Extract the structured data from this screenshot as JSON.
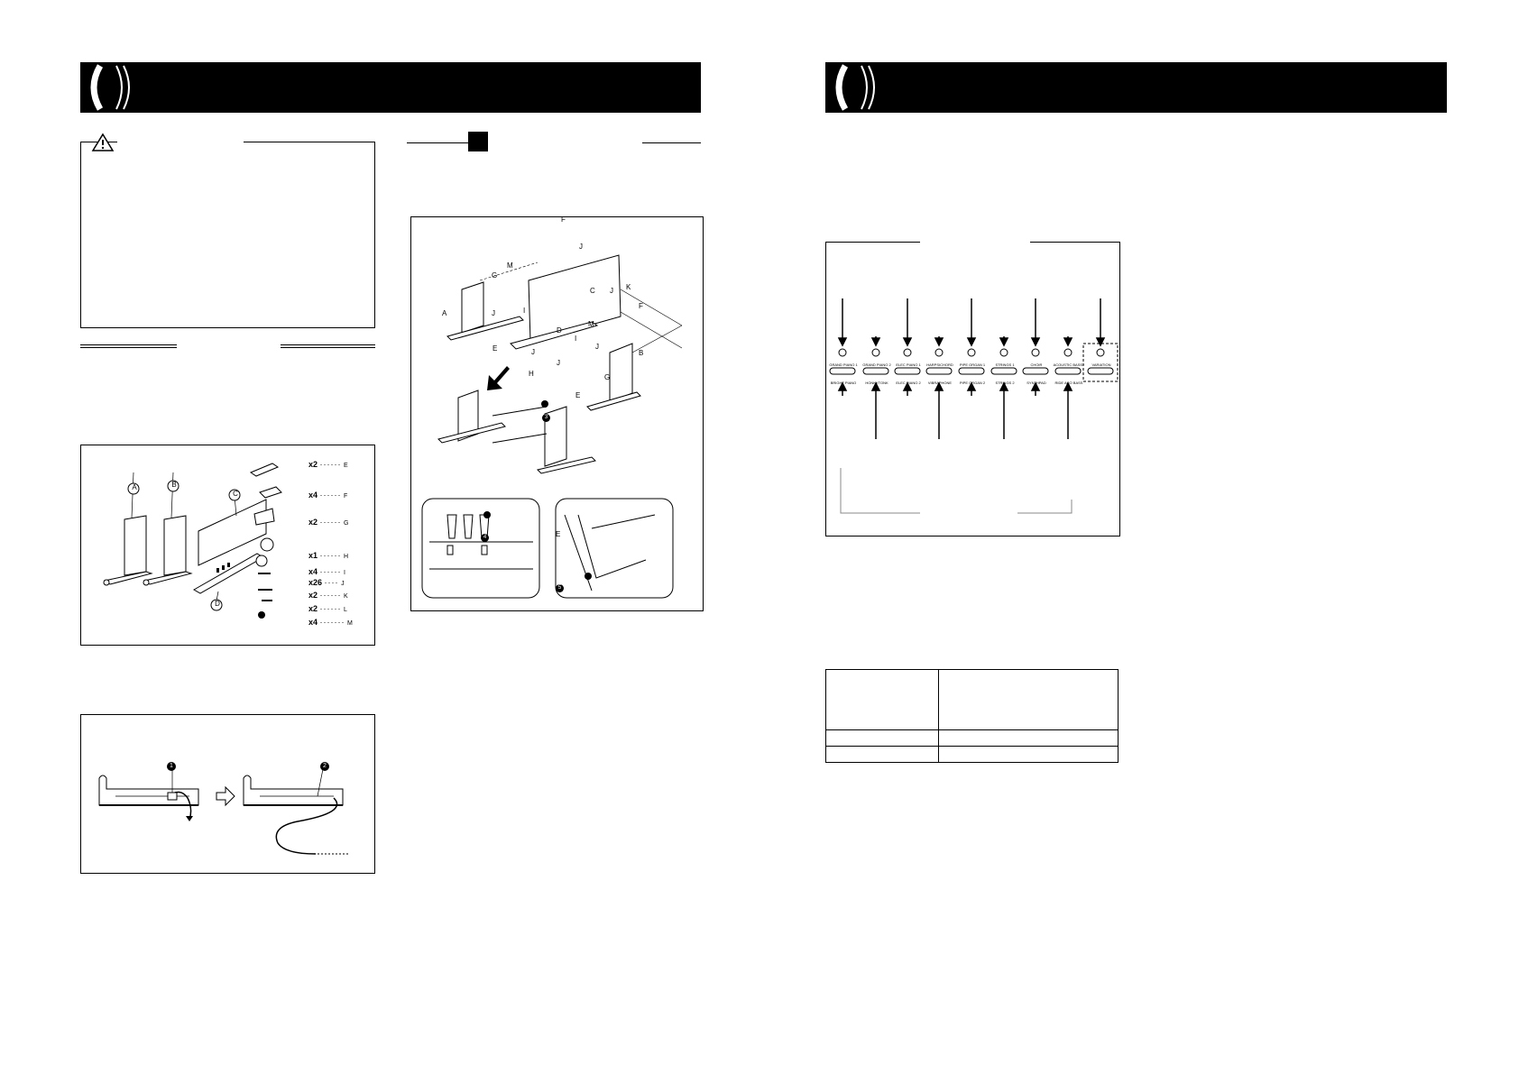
{
  "parts_counts": [
    {
      "qty": "x2",
      "letter": "E"
    },
    {
      "qty": "x4",
      "letter": "F"
    },
    {
      "qty": "x2",
      "letter": "G"
    },
    {
      "qty": "x1",
      "letter": "H"
    },
    {
      "qty": "x4",
      "letter": "I"
    },
    {
      "qty": "x26",
      "letter": "J"
    },
    {
      "qty": "x2",
      "letter": "K"
    },
    {
      "qty": "x2",
      "letter": "L"
    },
    {
      "qty": "x4",
      "letter": "M"
    }
  ],
  "part_labels": [
    "A",
    "B",
    "C",
    "D"
  ],
  "assembly_labels": [
    "F",
    "J",
    "G",
    "M",
    "C",
    "J",
    "K",
    "F",
    "A",
    "J",
    "I",
    "M",
    "D",
    "I",
    "E",
    "J",
    "H",
    "J",
    "B",
    "J",
    "G",
    "E"
  ],
  "cable_steps": [
    "1",
    "2"
  ],
  "detail_steps": [
    "3",
    "4",
    "5"
  ],
  "detail_letter": "E",
  "voice_buttons": [
    {
      "top": "GRAND PIANO 1",
      "bottom": "BRIGHT PIANO"
    },
    {
      "top": "GRAND PIANO 2",
      "bottom": "HONKYTONK"
    },
    {
      "top": "ELEC PIANO 1",
      "bottom": "ELEC PIANO 2"
    },
    {
      "top": "HARPSICHORD",
      "bottom": "VIBRAPHONE"
    },
    {
      "top": "PIPE ORGAN 1",
      "bottom": "PIPE ORGAN 2"
    },
    {
      "top": "STRINGS 1",
      "bottom": "STRINGS 2"
    },
    {
      "top": "CHOIR",
      "bottom": "SYNTHPAD"
    },
    {
      "top": "ACOUSTIC BASS+",
      "bottom": "RIDE ACO BASS"
    },
    {
      "top": "VARIATION",
      "bottom": ""
    }
  ],
  "colors": {
    "ink": "#000000",
    "paper": "#ffffff",
    "gray": "#888888"
  }
}
